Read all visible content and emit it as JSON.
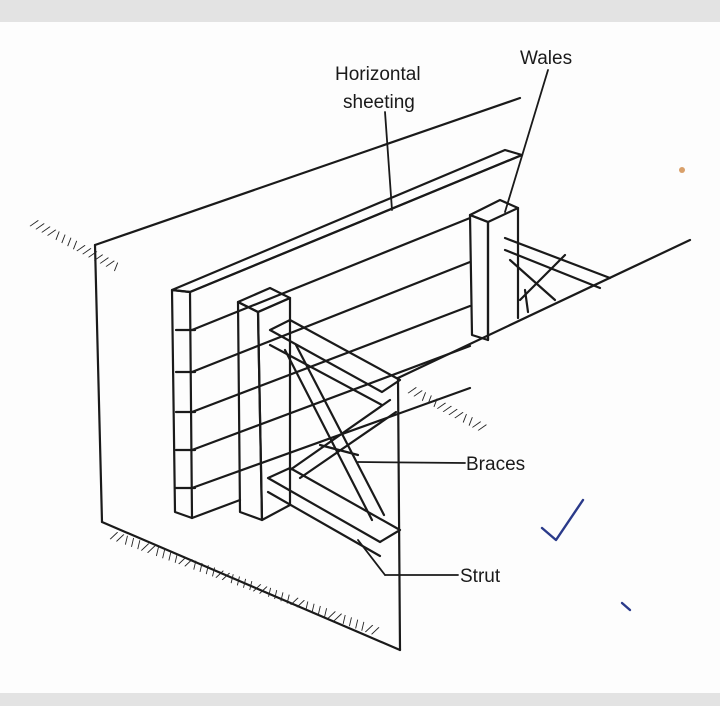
{
  "labels": {
    "horizontal_sheeting_line1": "Horizontal",
    "horizontal_sheeting_line2": "sheeting",
    "wales": "Wales",
    "braces": "Braces",
    "strut": "Strut"
  },
  "colors": {
    "ink": "#1a1a1a",
    "paper": "#fdfdfd",
    "checkmark": "#2a3a8a"
  }
}
